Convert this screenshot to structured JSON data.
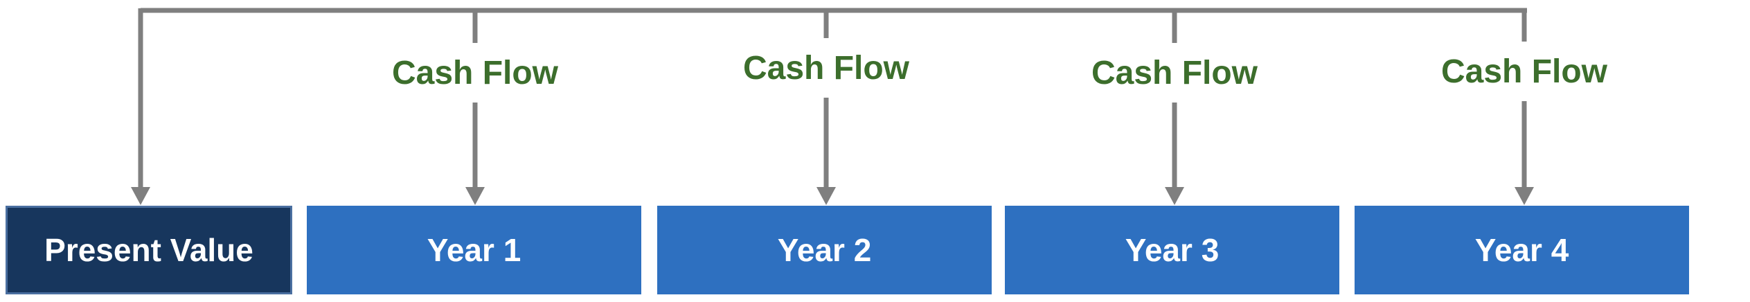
{
  "present_value": {
    "label": "Present Value"
  },
  "years": [
    {
      "label": "Year 1",
      "cash_flow_label": "Cash Flow"
    },
    {
      "label": "Year 2",
      "cash_flow_label": "Cash Flow"
    },
    {
      "label": "Year 3",
      "cash_flow_label": "Cash Flow"
    },
    {
      "label": "Year 4",
      "cash_flow_label": "Cash Flow"
    }
  ],
  "colors": {
    "present_value_fill": "#17365d",
    "year_fill": "#2e70c0",
    "cash_flow_text": "#3c6e2c",
    "connector": "#7f7f7f"
  }
}
